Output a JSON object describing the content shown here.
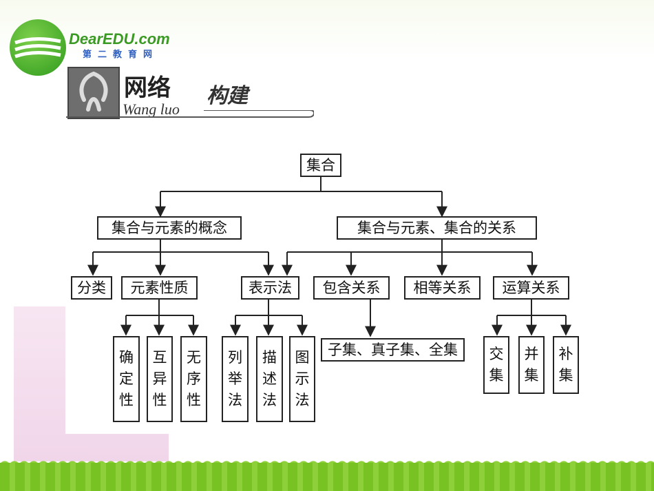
{
  "logo": {
    "text": "DearEDU.com",
    "subtitle": "第二教育网"
  },
  "header": {
    "title_cn": "网络",
    "title_pinyin": "Wang luo",
    "title_cn2": "构建"
  },
  "diagram": {
    "root": "集合",
    "branches": [
      {
        "label": "集合与元素的概念",
        "children": [
          {
            "label": "分类"
          },
          {
            "label": "元素性质",
            "children": [
              {
                "label": "确定性",
                "chars": [
                  "确",
                  "定",
                  "性"
                ]
              },
              {
                "label": "互异性",
                "chars": [
                  "互",
                  "异",
                  "性"
                ]
              },
              {
                "label": "无序性",
                "chars": [
                  "无",
                  "序",
                  "性"
                ]
              }
            ]
          },
          {
            "label": "表示法",
            "children": [
              {
                "label": "列举法",
                "chars": [
                  "列",
                  "举",
                  "法"
                ]
              },
              {
                "label": "描述法",
                "chars": [
                  "描",
                  "述",
                  "法"
                ]
              },
              {
                "label": "图示法",
                "chars": [
                  "图",
                  "示",
                  "法"
                ]
              }
            ]
          }
        ]
      },
      {
        "label": "集合与元素、集合的关系",
        "children": [
          {
            "label": "包含关系",
            "children": [
              {
                "label": "子集、真子集、全集"
              }
            ]
          },
          {
            "label": "相等关系"
          },
          {
            "label": "运算关系",
            "children": [
              {
                "label": "交集",
                "chars": [
                  "交",
                  "集"
                ]
              },
              {
                "label": "并集",
                "chars": [
                  "并",
                  "集"
                ]
              },
              {
                "label": "补集",
                "chars": [
                  "补",
                  "集"
                ]
              }
            ]
          }
        ]
      }
    ]
  }
}
